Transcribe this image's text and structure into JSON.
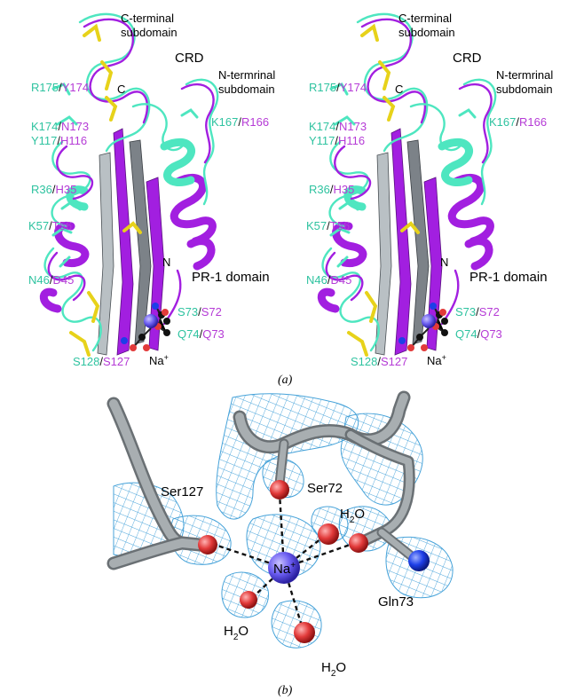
{
  "panel_a": {
    "caption": "(a)",
    "colors": {
      "model_a": "#4ee6c0",
      "model_b": "#a21fe0",
      "disulfide": "#e7d21a",
      "sodium": "#5b3fe0"
    },
    "stereo_views": [
      {
        "labels": {
          "c_term_1": "C-terminal",
          "c_term_2": "subdomain",
          "crd": "CRD",
          "n_term_1": "N-termrinal",
          "n_term_2": "subdomain",
          "c": "C",
          "n": "N",
          "pr1": "PR-1 domain",
          "na": "Na",
          "na_charge": "+",
          "r175": "R175",
          "y174": "Y174",
          "k174": "K174",
          "n173": "N173",
          "y117": "Y117",
          "h116": "H116",
          "k167": "K167",
          "r166": "R166",
          "r36": "R36",
          "h35": "H35",
          "k57": "K57",
          "t56": "T56",
          "n46": "N46",
          "d45": "D45",
          "s73": "S73",
          "s72": "S72",
          "q74": "Q74",
          "q73": "Q73",
          "s128": "S128",
          "s127": "S127",
          "slash": "/"
        }
      },
      {
        "labels": {
          "c_term_1": "C-terminal",
          "c_term_2": "subdomain",
          "crd": "CRD",
          "n_term_1": "N-termrinal",
          "n_term_2": "subdomain",
          "c": "C",
          "n": "N",
          "pr1": "PR-1 domain",
          "na": "Na",
          "na_charge": "+",
          "r175": "R175",
          "y174": "Y174",
          "k174": "K174",
          "n173": "N173",
          "y117": "Y117",
          "h116": "H116",
          "k167": "K167",
          "r166": "R166",
          "r36": "R36",
          "h35": "H35",
          "k57": "K57",
          "t56": "T56",
          "n46": "N46",
          "d45": "D45",
          "s73": "S73",
          "s72": "S72",
          "q74": "Q74",
          "q73": "Q73",
          "s128": "S128",
          "s127": "S127",
          "slash": "/"
        }
      }
    ]
  },
  "panel_b": {
    "caption": "(b)",
    "labels": {
      "ser127": "Ser127",
      "ser72": "Ser72",
      "gln73": "Gln73",
      "na": "Na",
      "na_charge": "+",
      "h2o_top_h": "H",
      "h2o_top_sub": "2",
      "h2o_top_o": "O",
      "h2o_left_h": "H",
      "h2o_left_sub": "2",
      "h2o_left_o": "O",
      "h2o_bottom_h": "H",
      "h2o_bottom_sub": "2",
      "h2o_bottom_o": "O"
    },
    "colors": {
      "mesh": "#3f9fd8",
      "backbone": "#8f9598",
      "oxygen": "#e23a3a",
      "nitrogen": "#1d3fe8",
      "sodium": "#6a5cf0"
    }
  }
}
